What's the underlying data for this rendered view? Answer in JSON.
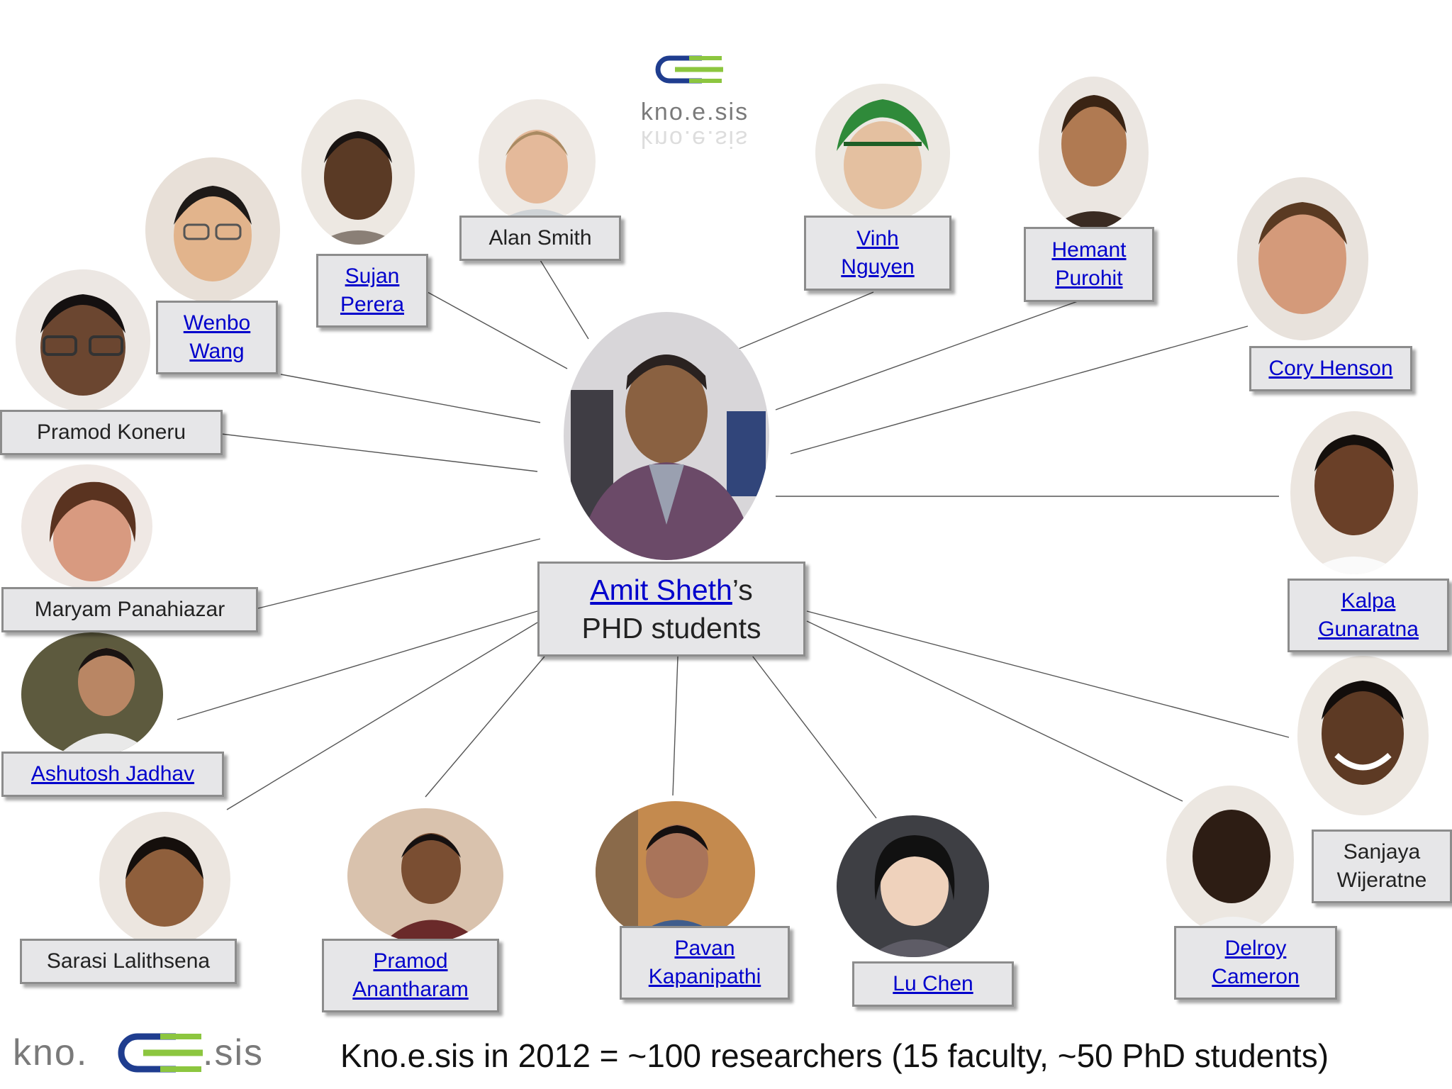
{
  "center": {
    "advisor_link": "Amit Sheth",
    "suffix": "’s",
    "line2": "PHD students"
  },
  "logo": {
    "word": "kno.e.sis"
  },
  "footer": "Kno.e.sis in 2012 = ~100 researchers (15 faculty, ~50 PhD students)",
  "students": [
    {
      "id": "alan-smith",
      "line1": "Alan Smith",
      "line2": "",
      "linked": false
    },
    {
      "id": "sujan-perera",
      "line1": "Sujan",
      "line2": "Perera",
      "linked": true
    },
    {
      "id": "wenbo-wang",
      "line1": "Wenbo",
      "line2": "Wang",
      "linked": true
    },
    {
      "id": "pramod-koneru",
      "line1": "Pramod Koneru",
      "line2": "",
      "linked": false
    },
    {
      "id": "maryam-panahiazar",
      "line1": "Maryam Panahiazar",
      "line2": "",
      "linked": false
    },
    {
      "id": "ashutosh-jadhav",
      "line1": "Ashutosh Jadhav",
      "line2": "",
      "linked": true
    },
    {
      "id": "sarasi-lalithsena",
      "line1": "Sarasi Lalithsena",
      "line2": "",
      "linked": false
    },
    {
      "id": "pramod-anantharam",
      "line1": "Pramod",
      "line2": "Anantharam",
      "linked": true
    },
    {
      "id": "pavan-kapanipathi",
      "line1": "Pavan",
      "line2": "Kapanipathi",
      "linked": true
    },
    {
      "id": "lu-chen",
      "line1": "Lu Chen",
      "line2": "",
      "linked": true
    },
    {
      "id": "delroy-cameron",
      "line1": "Delroy",
      "line2": "Cameron",
      "linked": true
    },
    {
      "id": "sanjaya-wijeratne",
      "line1": "Sanjaya",
      "line2": "Wijeratne",
      "linked": false
    },
    {
      "id": "kalpa-gunaratna",
      "line1": "Kalpa",
      "line2": "Gunaratna",
      "linked": true
    },
    {
      "id": "cory-henson",
      "line1": "Cory Henson",
      "line2": "",
      "linked": true
    },
    {
      "id": "hemant-purohit",
      "line1": "Hemant",
      "line2": "Purohit",
      "linked": true
    },
    {
      "id": "vinh-nguyen",
      "line1": "Vinh",
      "line2": "Nguyen",
      "linked": true
    }
  ],
  "colors": {
    "link": "#0000cc",
    "label_bg": "#e6e6e8",
    "label_border": "#8c8c8c",
    "logo_green": "#8cc63f",
    "logo_blue": "#1f3d8f"
  }
}
